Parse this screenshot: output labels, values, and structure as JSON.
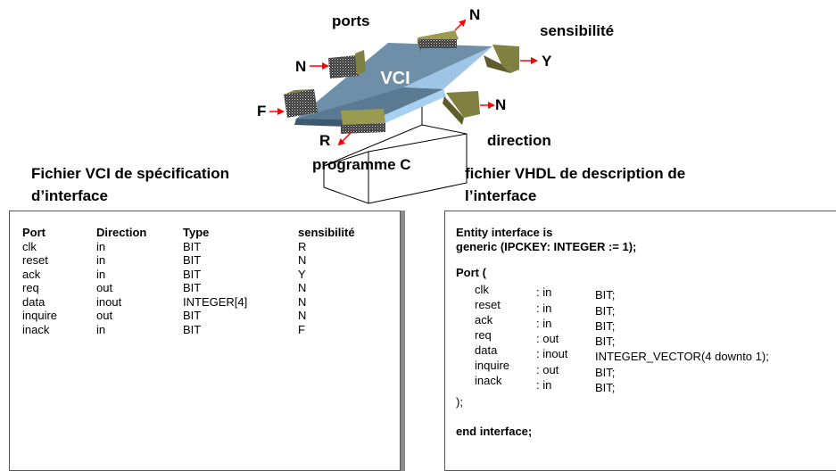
{
  "diagram": {
    "chip_label": "VCI",
    "labels": {
      "ports": "ports",
      "sensibilite": "sensibilité",
      "direction": "direction",
      "programme": "programme C",
      "n_top": "N",
      "n_left": "N",
      "y_right": "Y",
      "n_right": "N",
      "f_left": "F",
      "r_bottom": "R"
    }
  },
  "left_panel": {
    "title_line1": "Fichier VCI de spécification",
    "title_line2": "d’interface",
    "headers": [
      "Port",
      "Direction",
      "Type",
      "sensibilité"
    ],
    "rows": [
      [
        "clk",
        "in",
        "BIT",
        "R"
      ],
      [
        "reset",
        "in",
        "BIT",
        "N"
      ],
      [
        "ack",
        "in",
        "BIT",
        "Y"
      ],
      [
        "req",
        "out",
        "BIT",
        "N"
      ],
      [
        "data",
        "inout",
        "INTEGER[4]",
        "N"
      ],
      [
        "inquire",
        "out",
        "BIT",
        "N"
      ],
      [
        "inack",
        "in",
        "BIT",
        "F"
      ]
    ]
  },
  "right_panel": {
    "title_line1": "fichier VHDL de description de",
    "title_line2": "l’interface",
    "entity_line": "Entity interface is",
    "generic_line": "generic (IPCKEY: INTEGER := 1);",
    "port_open": "Port (",
    "ports": [
      {
        "name": "clk",
        "dir": ": in",
        "type": "BIT;"
      },
      {
        "name": "reset",
        "dir": ": in",
        "type": "BIT;"
      },
      {
        "name": "ack",
        "dir": ": in",
        "type": "BIT;"
      },
      {
        "name": "req",
        "dir": ": out",
        "type": "BIT;"
      },
      {
        "name": "data",
        "dir": ": inout",
        "type": "INTEGER_VECTOR(4 downto 1);"
      },
      {
        "name": "inquire",
        "dir": ": out",
        "type": "BIT;"
      },
      {
        "name": "inack",
        "dir": ": in",
        "type": "BIT;"
      }
    ],
    "port_close": ");",
    "end_line": "end interface;"
  },
  "colors": {
    "chip_top": "#6f8fa8",
    "chip_edge": "#9ec4e6",
    "connector": "#808040",
    "arrow": "#ff0000"
  }
}
